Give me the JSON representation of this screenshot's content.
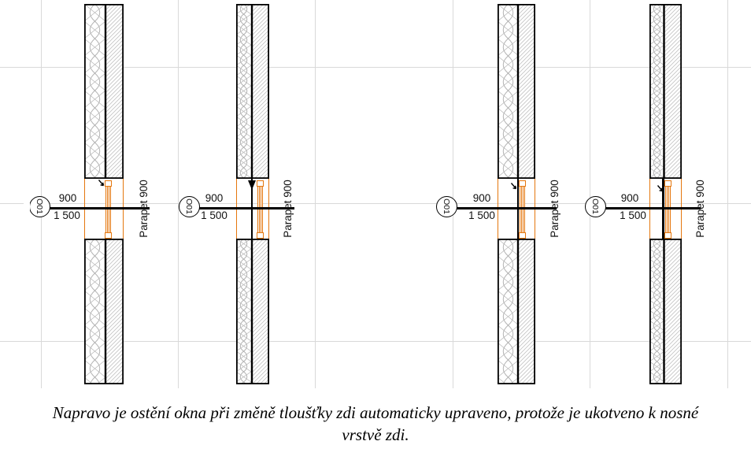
{
  "figure": {
    "marker_label": "O01",
    "dims": {
      "width_label": "900",
      "total_label": "1 500"
    },
    "parapet_label": "Parapet 900",
    "colors": {
      "accent_orange": "#e5770e",
      "drawing_line": "#000000",
      "hatch_insulation": "#b2b2b2",
      "hatch_core": "#c3c3c3",
      "grid": "#d9d9d9"
    }
  },
  "caption": {
    "line1": "Napravo je ostění okna při změně tloušťky zdi automaticky upraveno, protože je ukotveno k nosné",
    "line2": "vrstvě zdi."
  }
}
